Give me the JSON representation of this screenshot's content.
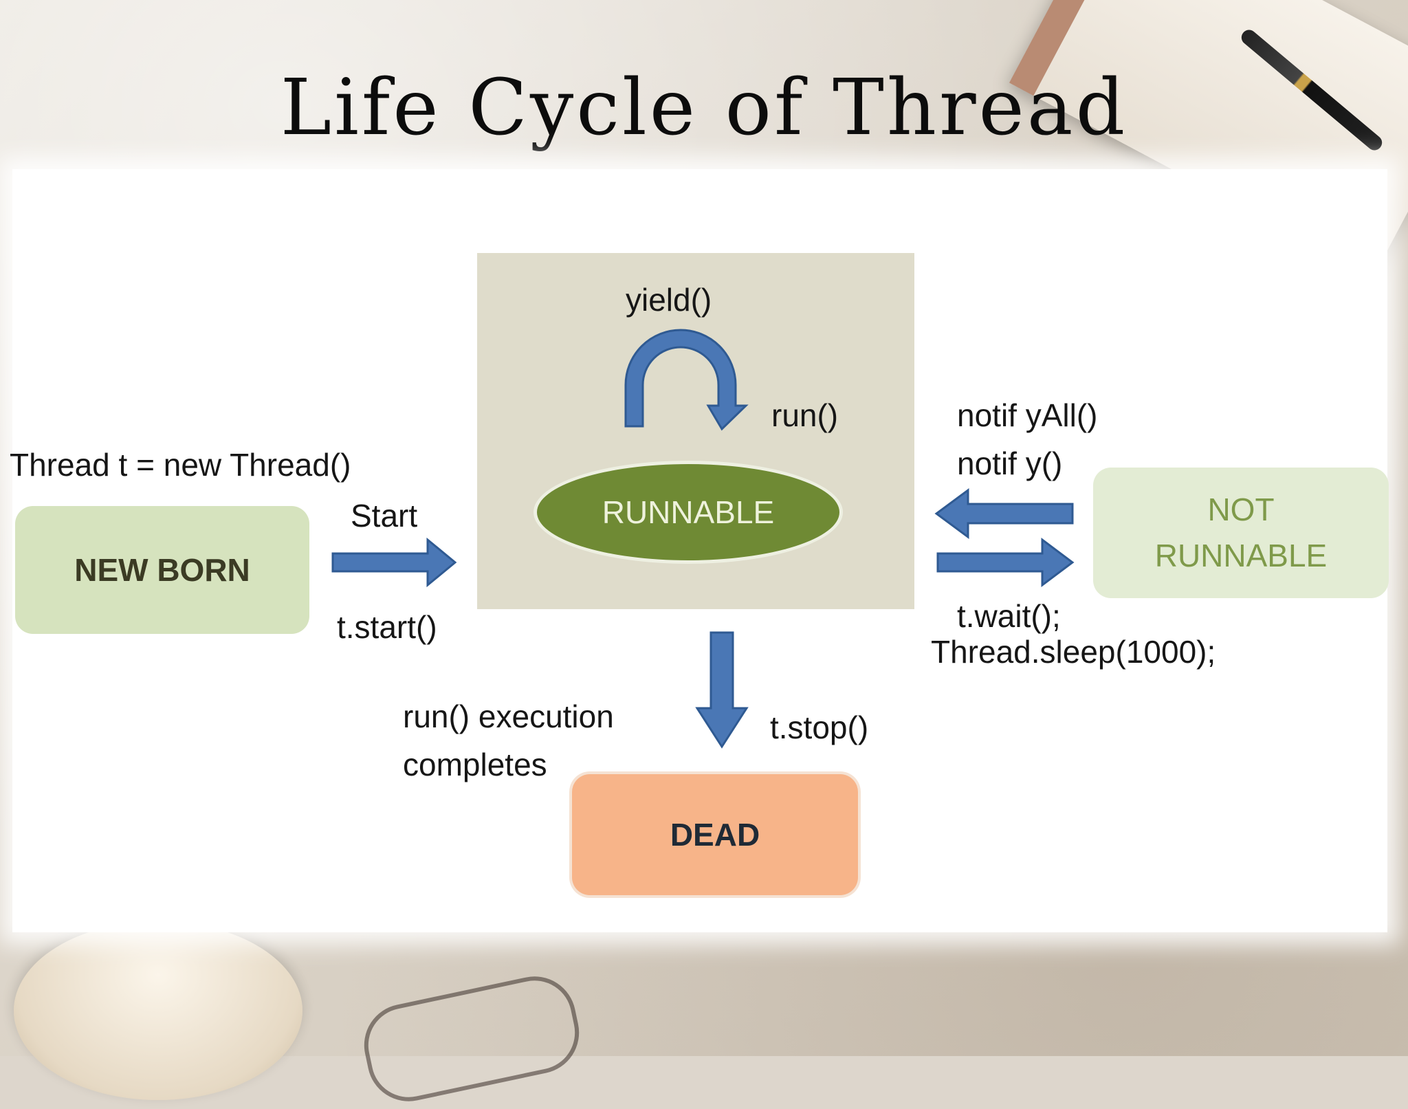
{
  "title": "Life Cycle of Thread",
  "states": {
    "runnable": "RUNNABLE",
    "newborn": "NEW BORN",
    "not_runnable_line1": "NOT",
    "not_runnable_line2": "RUNNABLE",
    "dead": "DEAD"
  },
  "labels": {
    "yield": "yield()",
    "run": "run()",
    "thread_new": "Thread t = new Thread()",
    "start": "Start",
    "t_start": "t.start()",
    "notify_all": "notif yAll()",
    "notify": "notif y()",
    "t_wait": "t.wait();",
    "thread_sleep": "Thread.sleep(1000);",
    "run_exec_line1": "run() execution",
    "run_exec_line2": "completes",
    "t_stop": "t.stop()"
  },
  "colors": {
    "arrow": "#4a77b5",
    "arrow_outline": "#2f5a92",
    "runnable_fill": "#6f8a34",
    "region_fill": "#dfdccb",
    "newborn_fill": "#d6e3be",
    "not_runnable_fill": "#e3ecd4",
    "dead_fill": "#f7b489"
  }
}
